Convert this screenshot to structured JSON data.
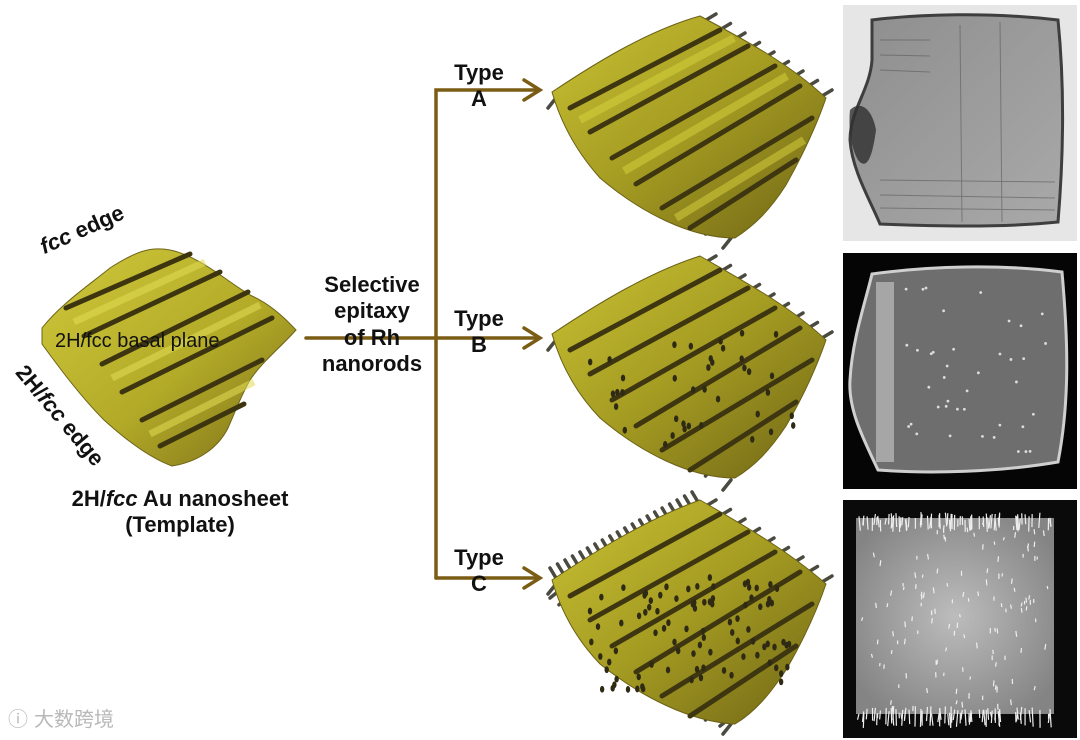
{
  "labels": {
    "fcc_edge_prefix": "fcc",
    "fcc_edge_suffix": " edge",
    "basal_plane": "2H/fcc basal plane",
    "side_edge_a": "2H/",
    "side_edge_b": "fcc",
    "side_edge_c": " edge",
    "nanosheet_line1_a": "2H/",
    "nanosheet_line1_b": "fcc",
    "nanosheet_line1_c": " Au nanosheet",
    "nanosheet_line2": "(Template)",
    "process_line1": "Selective",
    "process_line2": "epitaxy",
    "process_line3": "of Rh",
    "process_line4": "nanorods"
  },
  "types": [
    {
      "word": "Type",
      "letter": "A"
    },
    {
      "word": "Type",
      "letter": "B"
    },
    {
      "word": "Type",
      "letter": "C"
    }
  ],
  "watermark": "大数跨境",
  "colors": {
    "arrow": "#7a5c14",
    "sheet_light": "#b9b52a",
    "sheet_dark": "#6e6418",
    "stripe_light": "#d6d23c",
    "rod": "#4a4a40"
  }
}
